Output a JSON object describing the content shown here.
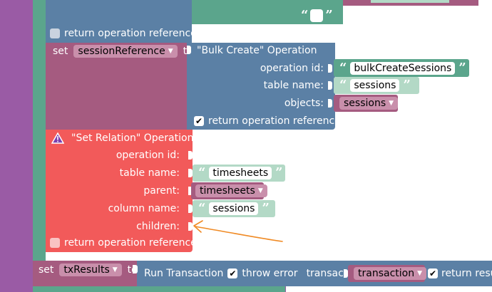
{
  "top_string": {
    "value": ""
  },
  "block1": {
    "checkbox_label": "return operation reference"
  },
  "set_session": {
    "set_label": "set",
    "variable": "sessionReference",
    "to_label": "to"
  },
  "bulk_create": {
    "title": "\"Bulk Create\" Operation",
    "operation_id_label": "operation id:",
    "operation_id_value": "bulkCreateSessions",
    "table_name_label": "table name:",
    "table_name_value": "sessions",
    "objects_label": "objects:",
    "objects_value": "sessions",
    "checkbox_label": "return operation reference"
  },
  "set_relation": {
    "title": "\"Set Relation\" Operation",
    "operation_id_label": "operation id:",
    "table_name_label": "table name:",
    "table_name_value": "timesheets",
    "parent_label": "parent:",
    "parent_value": "timesheets",
    "column_name_label": "column name:",
    "column_name_value": "sessions",
    "children_label": "children:",
    "checkbox_label": "return operation reference"
  },
  "set_tx": {
    "set_label": "set",
    "variable": "txResults",
    "to_label": "to"
  },
  "run_tx": {
    "label": "Run Transaction",
    "throw_error_label": "throw error",
    "transaction_label": "transaction:",
    "transaction_value": "transaction",
    "return_results_label": "return resul"
  },
  "colors": {
    "procedure": "#9a5ba5",
    "variable": "#a55b80",
    "operation": "#5b80a5",
    "text": "#5ba58c",
    "warning_block": "#f25a5a",
    "annotation": "#f08a24"
  },
  "icons": {
    "warning": "warning-triangle-icon",
    "dropdown": "dropdown-arrow-icon"
  }
}
